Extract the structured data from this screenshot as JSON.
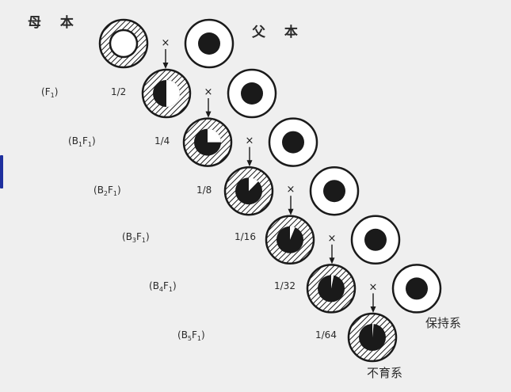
{
  "parents": {
    "mother_label": "母 本",
    "father_label": "父 本"
  },
  "generations": [
    {
      "label_main": "F",
      "label_sub": "1",
      "label_full": "(F1)",
      "fraction": "1/2",
      "fraction_value": 0.5
    },
    {
      "label_main": "B",
      "label_sub": "1",
      "label_full": "(B1F1)",
      "fraction": "1/4",
      "fraction_value": 0.25
    },
    {
      "label_main": "B",
      "label_sub": "2",
      "label_full": "(B2F1)",
      "fraction": "1/8",
      "fraction_value": 0.125
    },
    {
      "label_main": "B",
      "label_sub": "3",
      "label_full": "(B3F1)",
      "fraction": "1/16",
      "fraction_value": 0.0625
    },
    {
      "label_main": "B",
      "label_sub": "4",
      "label_full": "(B4F1)",
      "fraction": "1/32",
      "fraction_value": 0.03125
    },
    {
      "label_main": "B",
      "label_sub": "5",
      "label_full": "(B5F1)",
      "fraction": "1/64",
      "fraction_value": 0.015625
    }
  ],
  "cross_symbol": "×",
  "maintainer_label": "保持系",
  "sterile_label": "不育系",
  "colors": {
    "background": "#efefef",
    "ink": "#1a1a1a",
    "accent_mark": "#1e2f9e"
  }
}
